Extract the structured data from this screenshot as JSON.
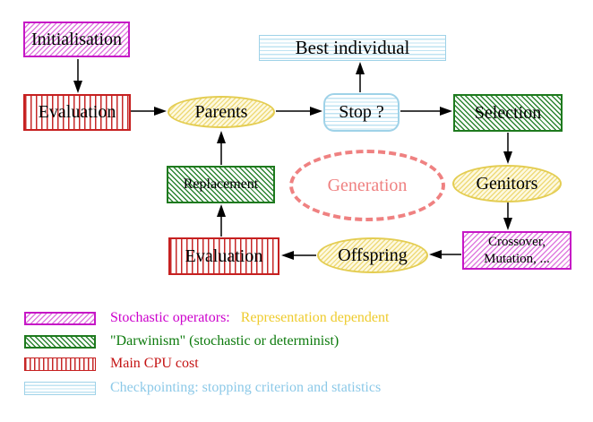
{
  "nodes": {
    "initialisation": "Initialisation",
    "evaluation_top": "Evaluation",
    "parents": "Parents",
    "best_individual": "Best individual",
    "stop": "Stop ?",
    "selection": "Selection",
    "replacement": "Replacement",
    "generation": "Generation",
    "genitors": "Genitors",
    "evaluation_bottom": "Evaluation",
    "offspring": "Offspring",
    "crossover_line1": "Crossover,",
    "crossover_line2": "Mutation, ..."
  },
  "edges": [
    {
      "from": "Initialisation",
      "to": "Evaluation"
    },
    {
      "from": "Evaluation",
      "to": "Parents"
    },
    {
      "from": "Parents",
      "to": "Stop ?"
    },
    {
      "from": "Stop ?",
      "to": "Best individual"
    },
    {
      "from": "Stop ?",
      "to": "Selection"
    },
    {
      "from": "Selection",
      "to": "Genitors"
    },
    {
      "from": "Genitors",
      "to": "Crossover, Mutation, ..."
    },
    {
      "from": "Crossover, Mutation, ...",
      "to": "Offspring"
    },
    {
      "from": "Offspring",
      "to": "Evaluation (bottom)"
    },
    {
      "from": "Evaluation (bottom)",
      "to": "Replacement"
    },
    {
      "from": "Replacement",
      "to": "Parents"
    }
  ],
  "legend": [
    {
      "swatch": "stochastic-operators",
      "label": "Stochastic operators:",
      "label2": "Representation dependent"
    },
    {
      "swatch": "darwinism",
      "label": "\"Darwinism\" (stochastic or determinist)"
    },
    {
      "swatch": "main-cpu-cost",
      "label": "Main CPU cost"
    },
    {
      "swatch": "checkpointing",
      "label": "Checkpointing: stopping criterion and statistics"
    }
  ],
  "colors": {
    "magenta": "#cc00cc",
    "green": "#1e7a1e",
    "red": "#c41414",
    "light_blue": "#8cc9e8",
    "yellow_text": "#eecb2d",
    "yellow_node": "#e4cd52",
    "salmon": "#ef8181",
    "arrow": "#000000",
    "node_text": "#000000",
    "background": "#ffffff"
  }
}
